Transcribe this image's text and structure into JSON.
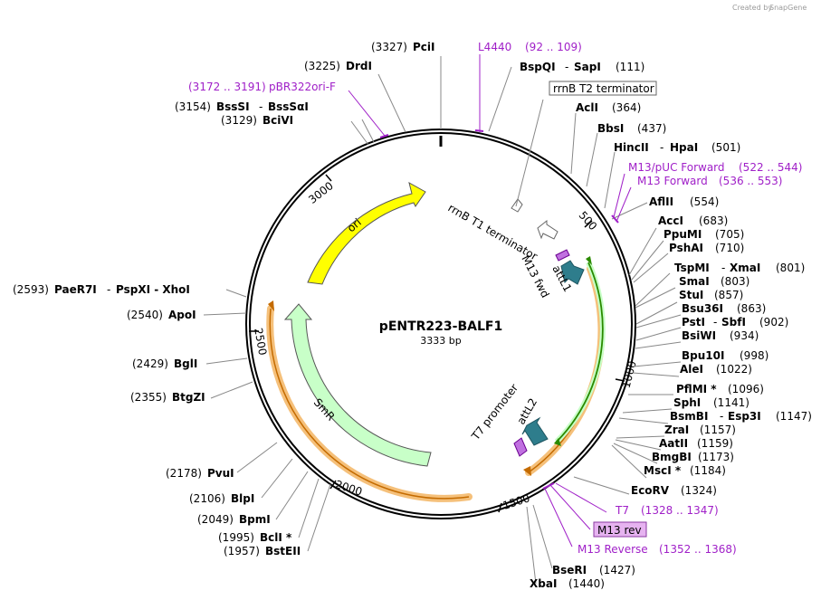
{
  "credit": {
    "created_by": "Created by",
    "brand": "SnapGene"
  },
  "plasmid": {
    "name": "pENTR223-BALF1",
    "size": "3333 bp"
  },
  "ticks": [
    "500",
    "1000",
    "1500",
    "2000",
    "2500",
    "3000"
  ],
  "features": {
    "ori": "ori",
    "smr": "SmR",
    "rrnb_t1": "rrnB T1 terminator",
    "m13_fwd": "M13 fwd",
    "attl1": "attL1",
    "t7_promoter": "T7 promoter",
    "attl2": "attL2"
  },
  "colors": {
    "ori": "#ffff00",
    "smr": "#c8ffc8",
    "attl": "#2e7d8c",
    "highlight": "#f5c07a",
    "green_arc": "#2a8a00",
    "purple": "#a020c8",
    "m13rev_box": "#e6b3f0"
  },
  "labels": [
    {
      "pos": "(3327)",
      "name": "PciI",
      "extra": ""
    },
    {
      "pos": "(3225)",
      "name": "DrdI",
      "extra": ""
    },
    {
      "pos": "(3154)",
      "name": "BssSI",
      "extra": "BssSαI"
    },
    {
      "pos": "(3129)",
      "name": "BciVI",
      "extra": ""
    },
    {
      "pos": "(2593)",
      "name": "PaeR7I",
      "extra": "PspXI  -  XhoI"
    },
    {
      "pos": "(2540)",
      "name": "ApoI",
      "extra": ""
    },
    {
      "pos": "(2429)",
      "name": "BglI",
      "extra": ""
    },
    {
      "pos": "(2355)",
      "name": "BtgZI",
      "extra": ""
    },
    {
      "pos": "(2178)",
      "name": "PvuI",
      "extra": ""
    },
    {
      "pos": "(2106)",
      "name": "BlpI",
      "extra": ""
    },
    {
      "pos": "(2049)",
      "name": "BpmI",
      "extra": ""
    },
    {
      "pos": "(1995)",
      "name": "BclI *",
      "extra": ""
    },
    {
      "pos": "(1957)",
      "name": "BstEII",
      "extra": ""
    },
    {
      "pos": "(111)",
      "name": "BspQI",
      "extra": "SapI"
    },
    {
      "pos": "(364)",
      "name": "AclI",
      "extra": ""
    },
    {
      "pos": "(437)",
      "name": "BbsI",
      "extra": ""
    },
    {
      "pos": "(501)",
      "name": "HincII",
      "extra": "HpaI"
    },
    {
      "pos": "(554)",
      "name": "AflII",
      "extra": ""
    },
    {
      "pos": "(683)",
      "name": "AccI",
      "extra": ""
    },
    {
      "pos": "(705)",
      "name": "PpuMI",
      "extra": ""
    },
    {
      "pos": "(710)",
      "name": "PshAI",
      "extra": ""
    },
    {
      "pos": "(801)",
      "name": "TspMI",
      "extra": "XmaI"
    },
    {
      "pos": "(803)",
      "name": "SmaI",
      "extra": ""
    },
    {
      "pos": "(857)",
      "name": "StuI",
      "extra": ""
    },
    {
      "pos": "(863)",
      "name": "Bsu36I",
      "extra": ""
    },
    {
      "pos": "(902)",
      "name": "PstI",
      "extra": "SbfI"
    },
    {
      "pos": "(934)",
      "name": "BsiWI",
      "extra": ""
    },
    {
      "pos": "(998)",
      "name": "Bpu10I",
      "extra": ""
    },
    {
      "pos": "(1022)",
      "name": "AleI",
      "extra": ""
    },
    {
      "pos": "(1096)",
      "name": "PflMI *",
      "extra": ""
    },
    {
      "pos": "(1141)",
      "name": "SphI",
      "extra": ""
    },
    {
      "pos": "(1147)",
      "name": "BsmBI",
      "extra": "Esp3I"
    },
    {
      "pos": "(1157)",
      "name": "ZraI",
      "extra": ""
    },
    {
      "pos": "(1159)",
      "name": "AatII",
      "extra": ""
    },
    {
      "pos": "(1173)",
      "name": "BmgBI",
      "extra": ""
    },
    {
      "pos": "(1184)",
      "name": "MscI *",
      "extra": ""
    },
    {
      "pos": "(1324)",
      "name": "EcoRV",
      "extra": ""
    },
    {
      "pos": "(1427)",
      "name": "BseRI",
      "extra": ""
    },
    {
      "pos": "(1440)",
      "name": "XbaI",
      "extra": ""
    }
  ],
  "primers": [
    {
      "name": "L4440",
      "range": "(92 .. 109)"
    },
    {
      "name": "pBR322ori-F",
      "range": "(3172 .. 3191)"
    },
    {
      "name": "M13/pUC Forward",
      "range": "(522 .. 544)"
    },
    {
      "name": "M13 Forward",
      "range": "(536 .. 553)"
    },
    {
      "name": "T7",
      "range": "(1328 .. 1347)"
    },
    {
      "name": "M13 rev",
      "range": ""
    },
    {
      "name": "M13 Reverse",
      "range": "(1352 .. 1368)"
    }
  ],
  "boxed": {
    "rrnb_t2": "rrnB T2 terminator"
  }
}
